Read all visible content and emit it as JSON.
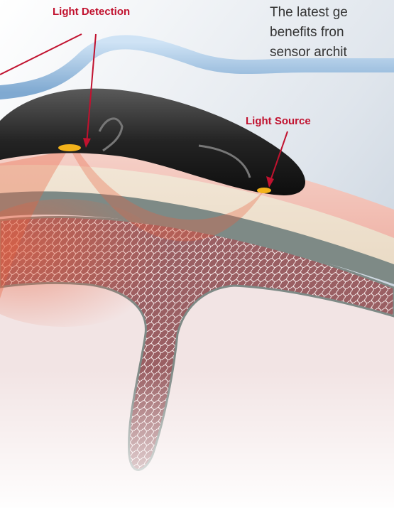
{
  "labels": {
    "light_detection": "Light Detection",
    "light_source": "Light Source"
  },
  "text_lines": [
    "The latest ge",
    "benefits fron",
    "sensor archit"
  ],
  "colors": {
    "callout": "#c1122f",
    "cable": "#9cc3e6",
    "sensor": "#2b2b2b",
    "led": "#f2b21b",
    "skin": "#f3c8be",
    "bone": "#b87c7c",
    "light_glow": "#e8613f"
  }
}
